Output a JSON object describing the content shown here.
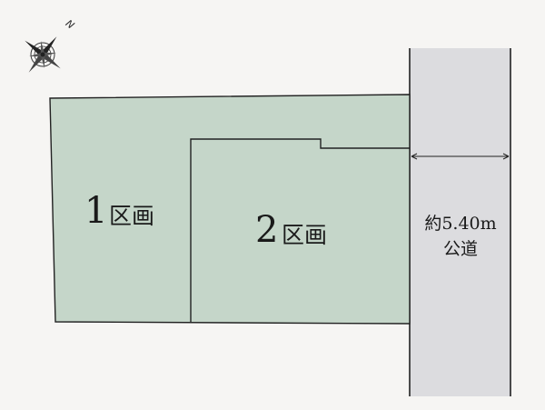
{
  "compass": {
    "north_label": "N",
    "icon": "compass-rose-icon"
  },
  "lots": [
    {
      "number": "1",
      "suffix": "区画"
    },
    {
      "number": "2",
      "suffix": "区画"
    }
  ],
  "road": {
    "width_label": "約5.40m",
    "type_label": "公道"
  },
  "colors": {
    "lot_fill": "#c5d6c9",
    "road_fill": "#dcdcdf",
    "line": "#222222",
    "background": "#f6f5f3"
  }
}
